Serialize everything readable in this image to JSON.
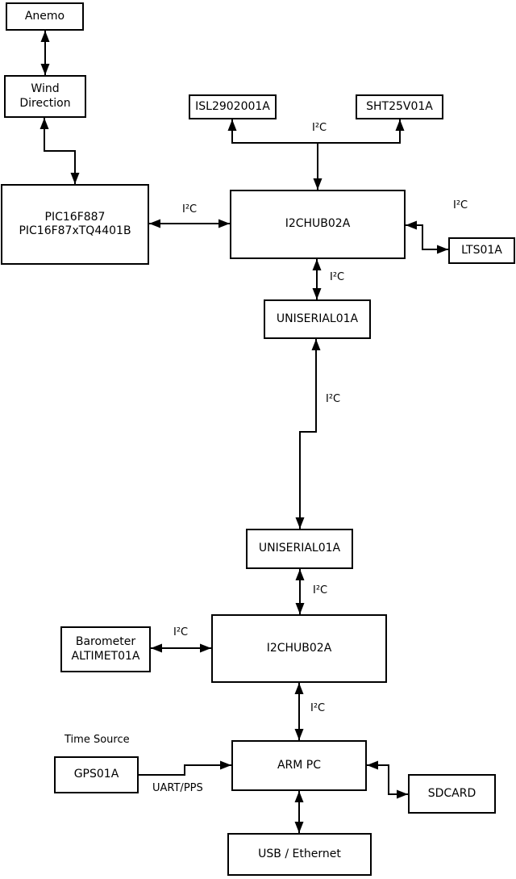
{
  "diagram": {
    "background_color": "#ffffff",
    "line_color": "#000000",
    "nodes": {
      "anemo": {
        "label": "Anemo"
      },
      "wind_direction": {
        "line1": "Wind",
        "line2": "Direction"
      },
      "pic": {
        "line1": "PIC16F887",
        "line2": "PIC16F87xTQ4401B"
      },
      "isl": {
        "label": "ISL2902001A"
      },
      "sht": {
        "label": "SHT25V01A"
      },
      "hub1": {
        "label": "I2CHUB02A"
      },
      "lts": {
        "label": "LTS01A"
      },
      "uniserial1": {
        "label": "UNISERIAL01A"
      },
      "uniserial2": {
        "label": "UNISERIAL01A"
      },
      "barometer": {
        "line1": "Barometer",
        "line2": "ALTIMET01A"
      },
      "hub2": {
        "label": "I2CHUB02A"
      },
      "gps": {
        "label": "GPS01A"
      },
      "arm_pc": {
        "label": "ARM PC"
      },
      "sdcard": {
        "label": "SDCARD"
      },
      "usb_ethernet": {
        "label": "USB / Ethernet"
      }
    },
    "edge_labels": {
      "i2c_isl_sht": "I²C",
      "i2c_pic_hub1": "I²C",
      "i2c_hub1_lts": "I²C",
      "i2c_hub1_uniserial1": "I²C",
      "i2c_uniserial_link": "I²C",
      "i2c_uniserial2_hub2": "I²C",
      "i2c_barometer_hub2": "I²C",
      "i2c_hub2_armpc": "I²C",
      "uart_pps": "UART/PPS",
      "time_source": "Time Source"
    }
  }
}
